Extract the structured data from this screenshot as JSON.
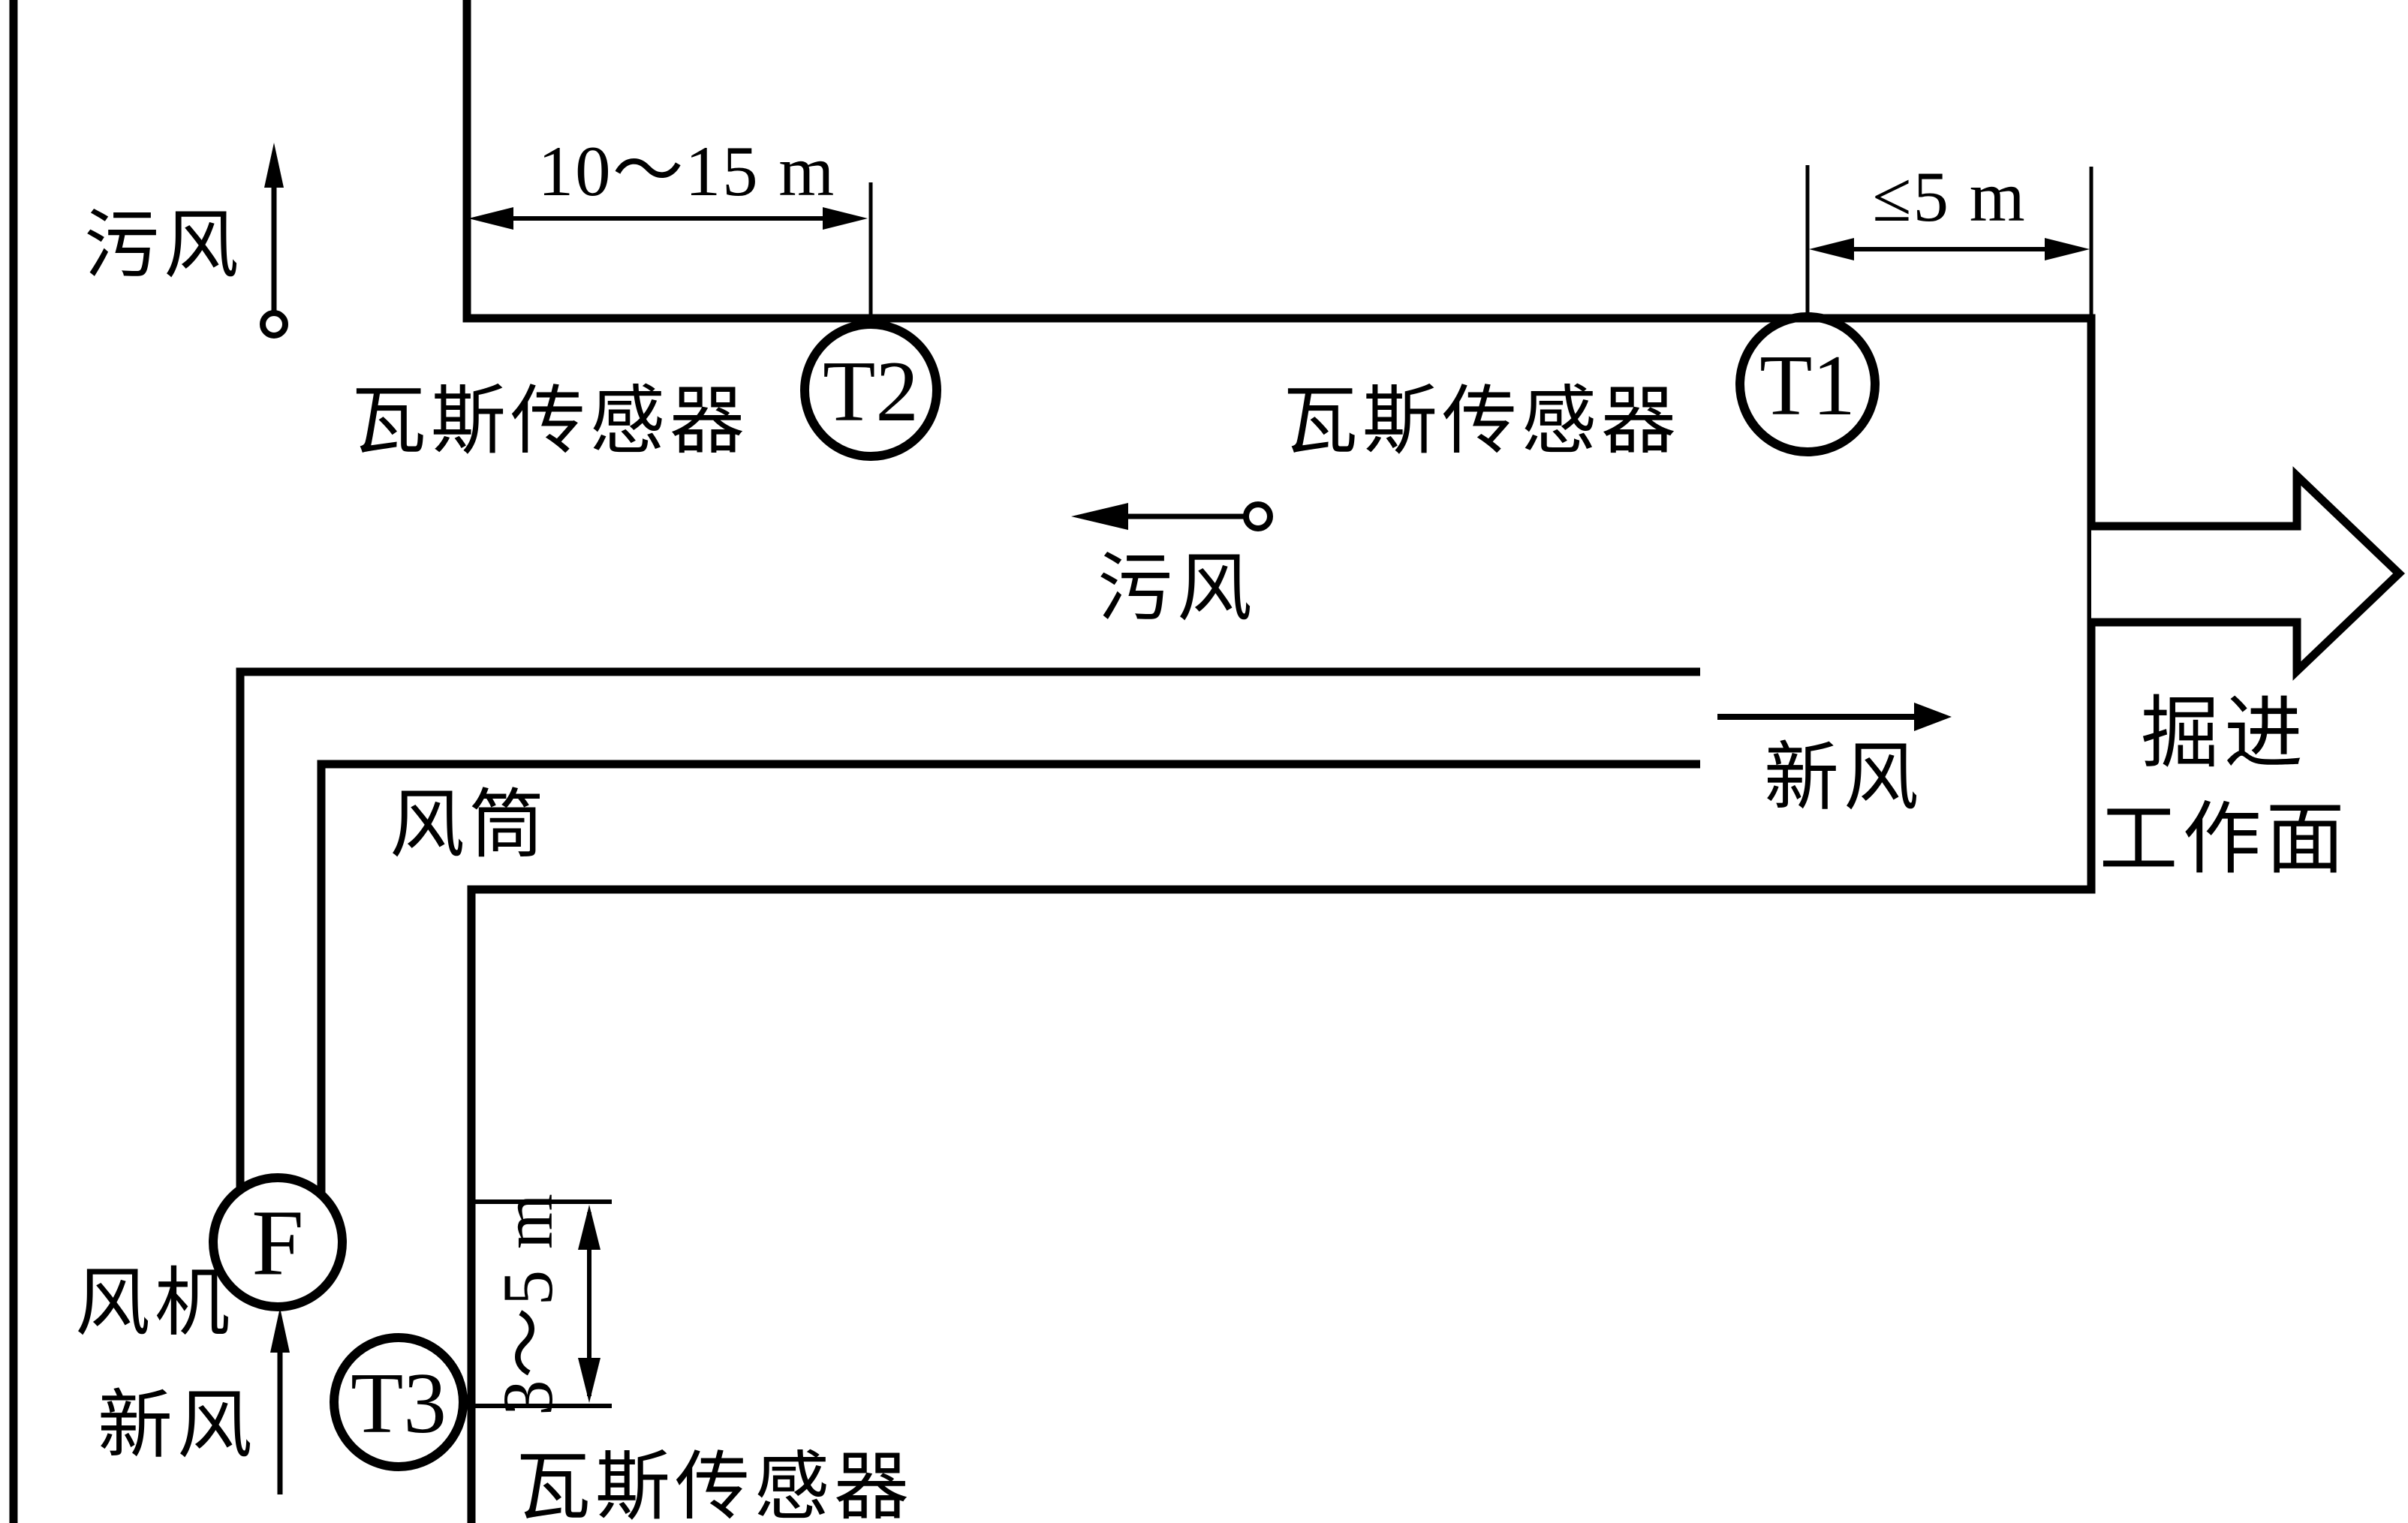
{
  "colors": {
    "ink": "#000000",
    "background": "#ffffff"
  },
  "labels": {
    "return_air_top": "污风",
    "return_air_mid": "污风",
    "gas_sensor_top_left": "瓦斯传感器",
    "gas_sensor_top_right": "瓦斯传感器",
    "gas_sensor_bottom": "瓦斯传感器",
    "air_duct": "风筒",
    "fresh_air_outlet": "新风",
    "fresh_air_intake": "新风",
    "fan": "风机",
    "heading_face_line1": "掘进",
    "heading_face_line2": "工作面"
  },
  "sensors": {
    "t1": "T1",
    "t2": "T2",
    "t3": "T3",
    "fan": "F"
  },
  "dimensions": {
    "t2_distance": "10～15 m",
    "t1_distance": "≤5 m",
    "t3_distance": "3～5 m"
  }
}
